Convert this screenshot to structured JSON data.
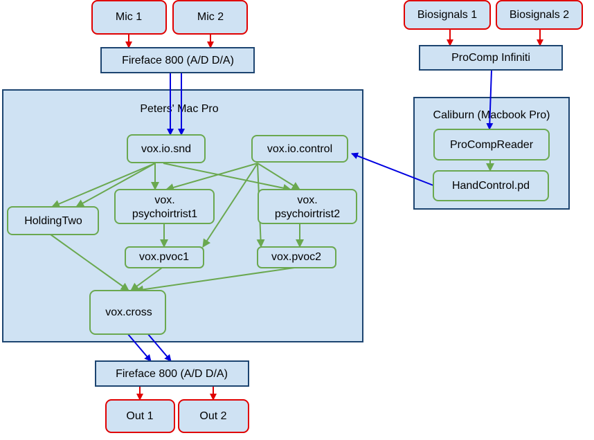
{
  "colors": {
    "fill": "#cfe2f3",
    "red": "#e00000",
    "blue": "#0000e0",
    "green": "#6aa84f",
    "dark_border": "#1c4470"
  },
  "containers": [
    {
      "id": "macpro",
      "label": "Peters' Mac Pro"
    },
    {
      "id": "caliburn",
      "label": "Caliburn (Macbook Pro)"
    }
  ],
  "nodes": [
    {
      "id": "mic1",
      "label": "Mic 1",
      "style": "red"
    },
    {
      "id": "mic2",
      "label": "Mic 2",
      "style": "red"
    },
    {
      "id": "ff_in",
      "label": "Fireface 800 (A/D D/A)",
      "style": "dark"
    },
    {
      "id": "bio1",
      "label": "Biosignals 1",
      "style": "red"
    },
    {
      "id": "bio2",
      "label": "Biosignals 2",
      "style": "red"
    },
    {
      "id": "procomp",
      "label": "ProComp Infiniti",
      "style": "dark"
    },
    {
      "id": "iosnd",
      "label": "vox.io.snd",
      "style": "green"
    },
    {
      "id": "iocontrol",
      "label": "vox.io.control",
      "style": "green"
    },
    {
      "id": "holding",
      "label": "HoldingTwo",
      "style": "green"
    },
    {
      "id": "psy1",
      "label": [
        "vox.",
        "psychoirtrist1"
      ],
      "style": "green"
    },
    {
      "id": "psy2",
      "label": [
        "vox.",
        "psychoirtrist2"
      ],
      "style": "green"
    },
    {
      "id": "pvoc1",
      "label": "vox.pvoc1",
      "style": "green"
    },
    {
      "id": "pvoc2",
      "label": "vox.pvoc2",
      "style": "green"
    },
    {
      "id": "cross",
      "label": "vox.cross",
      "style": "green"
    },
    {
      "id": "reader",
      "label": "ProCompReader",
      "style": "green"
    },
    {
      "id": "hand",
      "label": "HandControl.pd",
      "style": "green"
    },
    {
      "id": "ff_out",
      "label": "Fireface 800 (A/D D/A)",
      "style": "dark"
    },
    {
      "id": "out1",
      "label": "Out 1",
      "style": "red"
    },
    {
      "id": "out2",
      "label": "Out 2",
      "style": "red"
    }
  ],
  "edges": [
    {
      "from": "mic1",
      "to": "ff_in",
      "color": "red"
    },
    {
      "from": "mic2",
      "to": "ff_in",
      "color": "red"
    },
    {
      "from": "bio1",
      "to": "procomp",
      "color": "red"
    },
    {
      "from": "bio2",
      "to": "procomp",
      "color": "red"
    },
    {
      "from": "ff_in",
      "to": "iosnd",
      "color": "blue"
    },
    {
      "from": "ff_in",
      "to": "iosnd",
      "color": "blue"
    },
    {
      "from": "procomp",
      "to": "reader",
      "color": "blue"
    },
    {
      "from": "reader",
      "to": "hand",
      "color": "green"
    },
    {
      "from": "hand",
      "to": "iocontrol",
      "color": "blue"
    },
    {
      "from": "iosnd",
      "to": "holding",
      "color": "green"
    },
    {
      "from": "iosnd",
      "to": "holding",
      "color": "green"
    },
    {
      "from": "iosnd",
      "to": "psy1",
      "color": "green"
    },
    {
      "from": "iosnd",
      "to": "psy2",
      "color": "green"
    },
    {
      "from": "iocontrol",
      "to": "psy1",
      "color": "green"
    },
    {
      "from": "iocontrol",
      "to": "psy2",
      "color": "green"
    },
    {
      "from": "iocontrol",
      "to": "pvoc1",
      "color": "green"
    },
    {
      "from": "iocontrol",
      "to": "pvoc2",
      "color": "green"
    },
    {
      "from": "psy1",
      "to": "pvoc1",
      "color": "green"
    },
    {
      "from": "psy2",
      "to": "pvoc2",
      "color": "green"
    },
    {
      "from": "holding",
      "to": "cross",
      "color": "green"
    },
    {
      "from": "pvoc1",
      "to": "cross",
      "color": "green"
    },
    {
      "from": "pvoc2",
      "to": "cross",
      "color": "green"
    },
    {
      "from": "cross",
      "to": "ff_out",
      "color": "blue"
    },
    {
      "from": "cross",
      "to": "ff_out",
      "color": "blue"
    },
    {
      "from": "ff_out",
      "to": "out1",
      "color": "red"
    },
    {
      "from": "ff_out",
      "to": "out2",
      "color": "red"
    }
  ]
}
